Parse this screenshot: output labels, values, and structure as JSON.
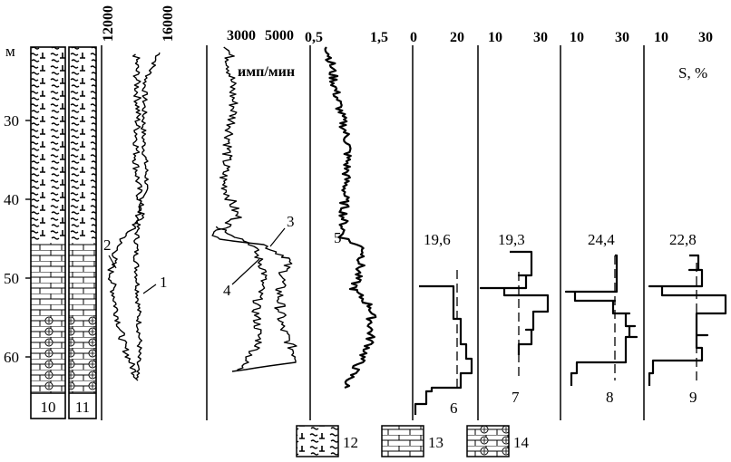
{
  "depth_axis": {
    "unit": "м",
    "ticks": [
      30,
      40,
      50,
      60
    ]
  },
  "lithology_columns": {
    "col10_label": "10",
    "col11_label": "11"
  },
  "panels": {
    "p1": {
      "tick_left": "12000",
      "tick_right": "16000",
      "curve_labels": [
        "1",
        "2"
      ]
    },
    "p2": {
      "tick_left": "3000",
      "tick_right": "5000",
      "unit": "имп/мин",
      "curve_labels": [
        "3",
        "4"
      ]
    },
    "p3": {
      "tick_left": "0,5",
      "tick_right": "1,5",
      "curve_labels": [
        "5"
      ]
    },
    "p6": {
      "tick_left": "0",
      "tick_right": "20",
      "mean": "19,6",
      "curve_label": "6"
    },
    "p7": {
      "tick_left": "10",
      "tick_right": "30",
      "mean": "19,3",
      "curve_label": "7"
    },
    "p8": {
      "tick_left": "10",
      "tick_right": "30",
      "mean": "24,4",
      "curve_label": "8"
    },
    "p9": {
      "tick_left": "10",
      "tick_right": "30",
      "mean": "22,8",
      "curve_label": "9",
      "unit": "S, %"
    }
  },
  "legend": [
    {
      "label": "12",
      "pattern": "anhydrite-clay"
    },
    {
      "label": "13",
      "pattern": "limestone"
    },
    {
      "label": "14",
      "pattern": "oolitic-limestone"
    }
  ]
}
